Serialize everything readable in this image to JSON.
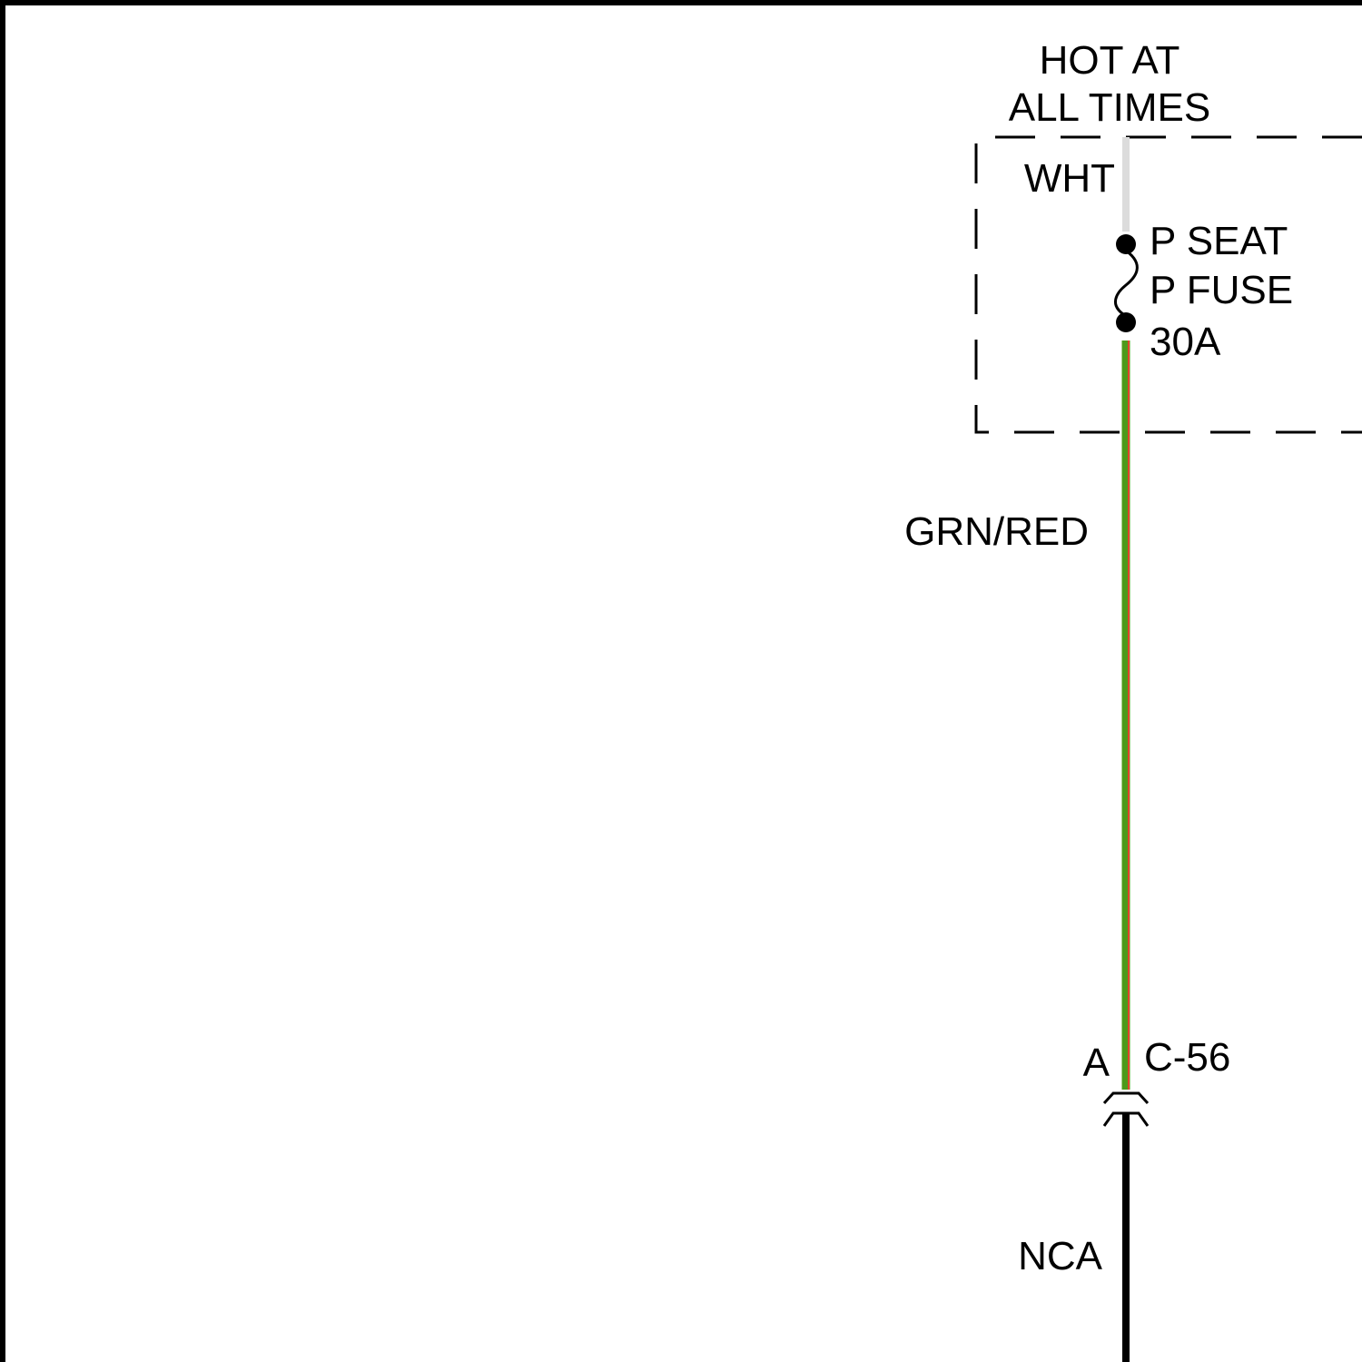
{
  "colors": {
    "wire_wht": "#dcdcdc",
    "wire_grn": "#4c9a1a",
    "wire_red": "#e0452b",
    "wire_nca": "#000000",
    "line": "#000000"
  },
  "power": {
    "line1": "HOT AT",
    "line2": "ALL TIMES"
  },
  "fuse": {
    "input_wire_color": "WHT",
    "line1": "P SEAT",
    "line2": "P FUSE",
    "rating": "30A"
  },
  "wire": {
    "color_code": "GRN/RED"
  },
  "connector": {
    "pin": "A",
    "id": "C-56"
  },
  "lower_wire": {
    "color_code": "NCA"
  }
}
